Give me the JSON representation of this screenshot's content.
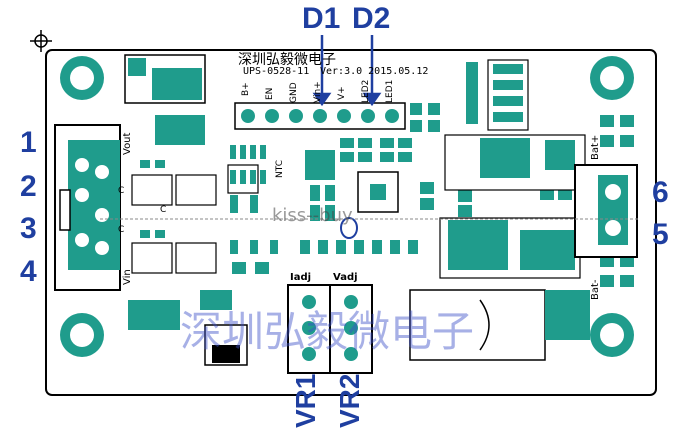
{
  "labels": {
    "d1": "D1",
    "d2": "D2",
    "pins": [
      "1",
      "2",
      "3",
      "4"
    ],
    "pin6": "6",
    "pin5": "5",
    "vr1": "VR1",
    "vr2": "VR2"
  },
  "silk": {
    "company": "深圳弘毅微电子",
    "model": "UPS-0528-11",
    "version": "Ver:3.0 2015.05.12",
    "header_pins": [
      "B+",
      "EN",
      "GND",
      "Vin+",
      "V+",
      "LED2",
      "LED1"
    ],
    "vout": "Vout",
    "vin": "Vin",
    "ntc": "NTC",
    "iadj": "Iadj",
    "vadj": "Vadj",
    "bat_plus": "Bat+",
    "bat_minus": "Bat-",
    "c1": "C",
    "c2": "C",
    "cz": "C"
  },
  "watermarks": {
    "kiss_buy": "kiss--buy",
    "company_big": "深圳弘毅微电子"
  },
  "colors": {
    "copper": "#1f9c8c",
    "board": "#ffffff",
    "outline": "#000000",
    "label_blue": "#1f3fa0"
  }
}
